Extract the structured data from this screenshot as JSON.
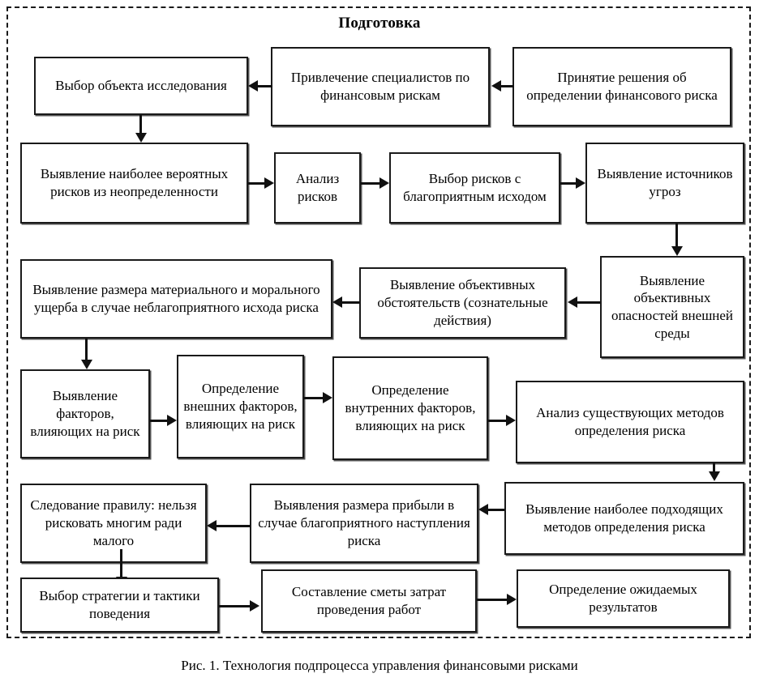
{
  "figure": {
    "section_title": "Подготовка",
    "caption": "Рис. 1. Технология подпроцесса управления финансовыми рисками",
    "frame_style": "dashed",
    "border_color": "#1a1a1a",
    "background": "#ffffff"
  },
  "nodes": [
    {
      "id": "n1",
      "label": "Выбор объекта исследования"
    },
    {
      "id": "n2",
      "label": "Привлечение специалистов по финансовым рискам"
    },
    {
      "id": "n3",
      "label": "Принятие решения об определении финансового риска"
    },
    {
      "id": "n4",
      "label": "Выявление наиболее вероятных рисков из неопределенности"
    },
    {
      "id": "n5",
      "label": "Анализ рисков"
    },
    {
      "id": "n6",
      "label": "Выбор рисков с благоприятным исходом"
    },
    {
      "id": "n7",
      "label": "Выявление источников угроз"
    },
    {
      "id": "n8",
      "label": "Выявление размера материального и морального ущерба в случае неблагоприятного исхода риска"
    },
    {
      "id": "n9",
      "label": "Выявление объективных обстоятельств (сознательные действия)"
    },
    {
      "id": "n10",
      "label": "Выявление объективных опасностей внешней среды"
    },
    {
      "id": "n11",
      "label": "Выявление факторов, влияющих на риск"
    },
    {
      "id": "n12",
      "label": "Определение внешних факторов, влияющих на риск"
    },
    {
      "id": "n13",
      "label": "Определение внутренних факторов, влияющих на риск"
    },
    {
      "id": "n14",
      "label": "Анализ существующих методов определения риска"
    },
    {
      "id": "n15",
      "label": "Следование правилу: нельзя рисковать многим ради малого"
    },
    {
      "id": "n16",
      "label": "Выявления размера прибыли в случае благоприятного наступления риска"
    },
    {
      "id": "n17",
      "label": "Выявление наиболее подходящих методов определения риска"
    },
    {
      "id": "n18",
      "label": "Выбор стратегии и тактики поведения"
    },
    {
      "id": "n19",
      "label": "Составление сметы затрат проведения работ"
    },
    {
      "id": "n20",
      "label": "Определение ожидаемых результатов"
    }
  ],
  "edges": [
    {
      "from": "n3",
      "to": "n2",
      "direction": "left"
    },
    {
      "from": "n2",
      "to": "n1",
      "direction": "left"
    },
    {
      "from": "n1",
      "to": "n4",
      "direction": "down"
    },
    {
      "from": "n4",
      "to": "n5",
      "direction": "right"
    },
    {
      "from": "n5",
      "to": "n6",
      "direction": "right"
    },
    {
      "from": "n6",
      "to": "n7",
      "direction": "right"
    },
    {
      "from": "n7",
      "to": "n10",
      "direction": "down"
    },
    {
      "from": "n10",
      "to": "n9",
      "direction": "left"
    },
    {
      "from": "n9",
      "to": "n8",
      "direction": "left"
    },
    {
      "from": "n8",
      "to": "n11",
      "direction": "down"
    },
    {
      "from": "n11",
      "to": "n12",
      "direction": "right"
    },
    {
      "from": "n12",
      "to": "n13",
      "direction": "right"
    },
    {
      "from": "n13",
      "to": "n14",
      "direction": "right"
    },
    {
      "from": "n14",
      "to": "n17",
      "direction": "down"
    },
    {
      "from": "n17",
      "to": "n16",
      "direction": "left"
    },
    {
      "from": "n16",
      "to": "n15",
      "direction": "left"
    },
    {
      "from": "n15",
      "to": "n18",
      "direction": "down"
    },
    {
      "from": "n18",
      "to": "n19",
      "direction": "right"
    },
    {
      "from": "n19",
      "to": "n20",
      "direction": "right"
    }
  ]
}
